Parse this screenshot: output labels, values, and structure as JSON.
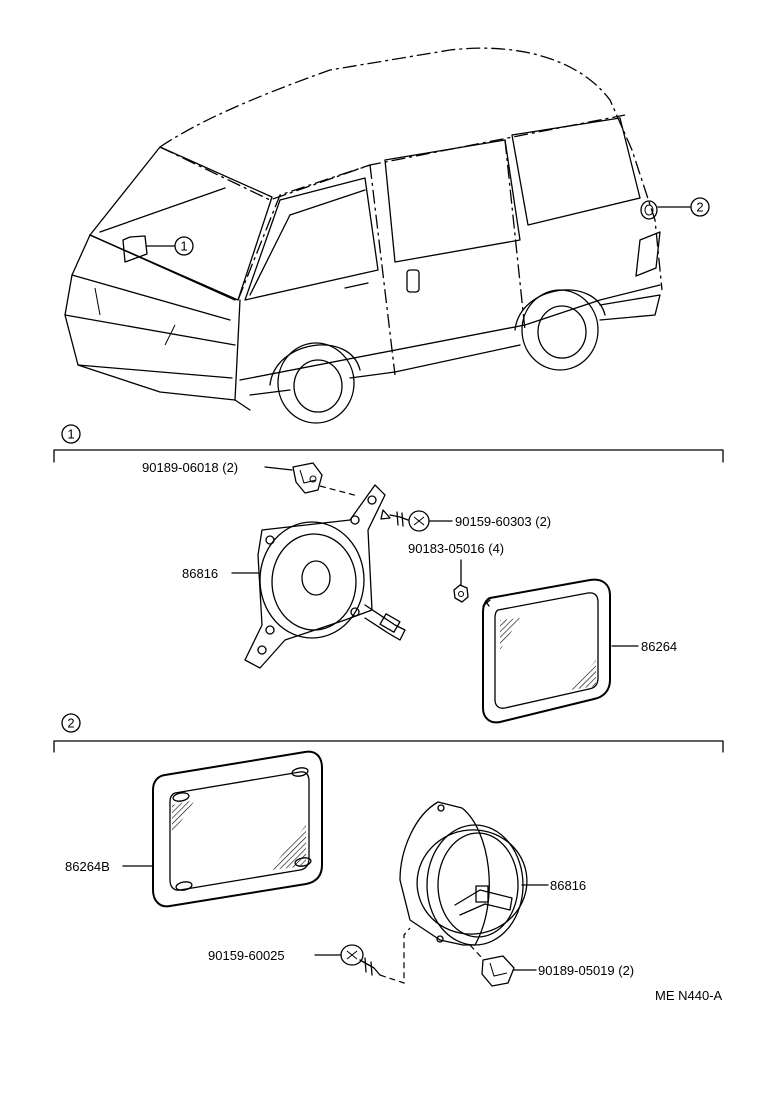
{
  "callouts": {
    "one": "1",
    "two": "2"
  },
  "section_one": {
    "marker": "1",
    "parts": [
      {
        "label": "90189-06018 (2)"
      },
      {
        "label": "90159-60303 (2)"
      },
      {
        "label": "90183-05016 (4)"
      },
      {
        "label": "86816"
      },
      {
        "label": "86264"
      }
    ]
  },
  "section_two": {
    "marker": "2",
    "parts": [
      {
        "label": "86264B"
      },
      {
        "label": "86816"
      },
      {
        "label": "90159-60025"
      },
      {
        "label": "90189-05019 (2)"
      }
    ]
  },
  "figure_code": "ME N440-A"
}
